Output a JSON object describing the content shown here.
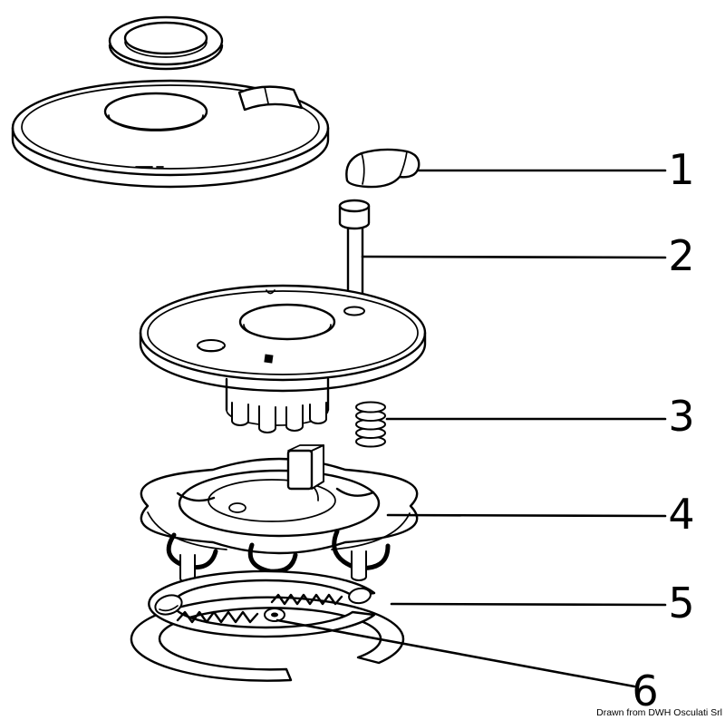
{
  "page": {
    "background_color": "#ffffff",
    "line_color": "#000000"
  },
  "diagram": {
    "kind": "exploded-parts-drawing",
    "callouts": [
      {
        "label": "1"
      },
      {
        "label": "2"
      },
      {
        "label": "3"
      },
      {
        "label": "4"
      },
      {
        "label": "5"
      },
      {
        "label": "6"
      }
    ],
    "credit": "Drawn from DWH Osculati Srl"
  }
}
